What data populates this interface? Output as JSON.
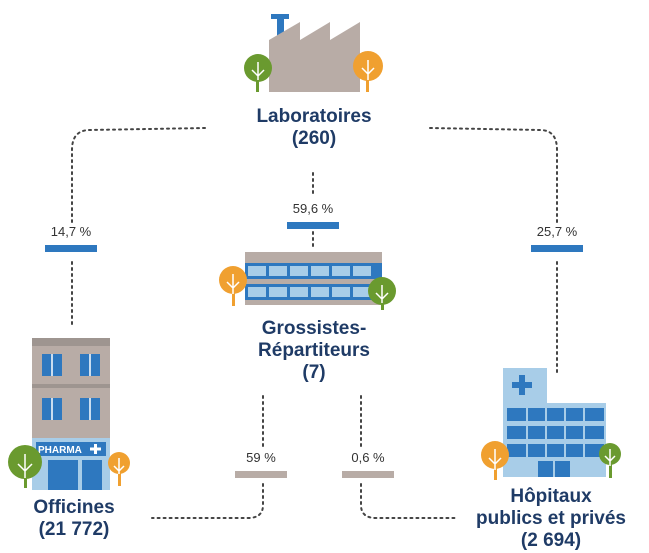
{
  "nodes": {
    "laboratoires": {
      "name": "Laboratoires",
      "count": "(260)"
    },
    "grossistes": {
      "name_line1": "Grossistes-",
      "name_line2": "Répartiteurs",
      "count": "(7)"
    },
    "officines": {
      "name": "Officines",
      "count": "(21 772)"
    },
    "hopitaux": {
      "name_line1": "Hôpitaux",
      "name_line2": "publics et privés",
      "count": "(2 694)"
    }
  },
  "flows": {
    "lab_to_officines": "14,7 %",
    "lab_to_grossistes": "59,6 %",
    "lab_to_hopitaux": "25,7 %",
    "grossistes_to_officines": "59 %",
    "grossistes_to_hopitaux": "0,6 %"
  },
  "pharmacy_sign": "PHARMA",
  "colors": {
    "navy": "#1f3b66",
    "blue": "#2e78bf",
    "light_blue": "#a8cde8",
    "grey": "#9e9590",
    "beige": "#b8aca6",
    "green": "#6a9a2f",
    "orange": "#f0a030"
  }
}
